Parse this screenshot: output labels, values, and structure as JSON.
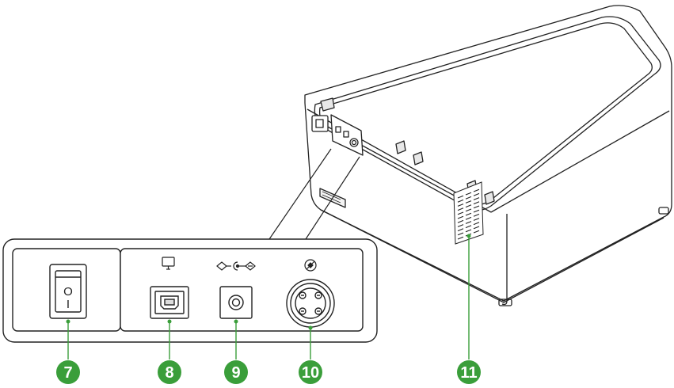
{
  "colors": {
    "accent": "#3a9e3a",
    "outline": "#222222",
    "panel_fill": "#ffffff",
    "shade": "#f2f2f2"
  },
  "switch": {
    "off_symbol": "O",
    "on_symbol": "I"
  },
  "callouts": [
    {
      "number": "7",
      "target": "power-switch"
    },
    {
      "number": "8",
      "target": "usb-b-port"
    },
    {
      "number": "9",
      "target": "dc-power-jack"
    },
    {
      "number": "10",
      "target": "four-pin-connector"
    },
    {
      "number": "11",
      "target": "side-vent"
    }
  ],
  "icons": {
    "usb": "monitor-icon",
    "dc": "dc-polarity-icon",
    "connector": "no-modify-icon"
  }
}
